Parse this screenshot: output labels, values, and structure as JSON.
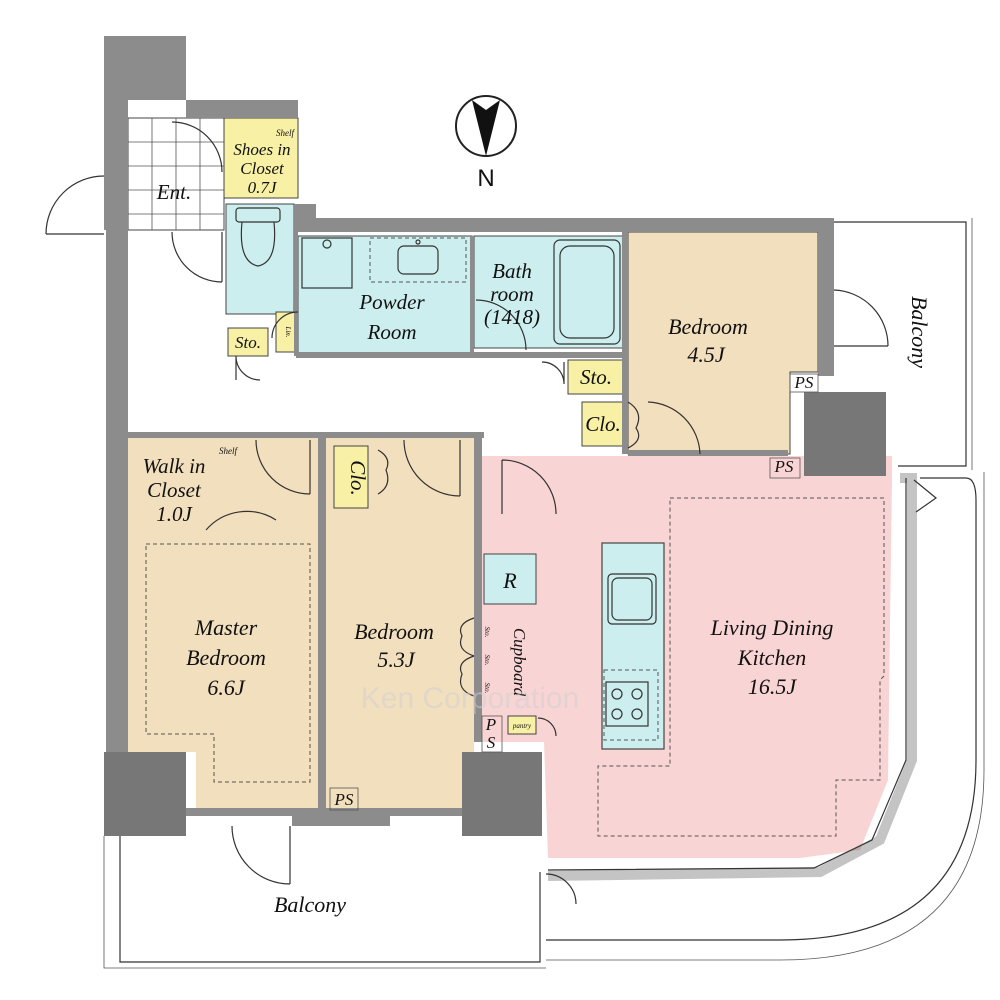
{
  "compass": {
    "letter": "N"
  },
  "rooms": {
    "entrance": {
      "label": "Ent."
    },
    "shoes_closet": {
      "line1": "Shoes in",
      "line2": "Closet",
      "area": "0.7J",
      "shelf": "Shelf"
    },
    "powder_room": {
      "line1": "Powder",
      "line2": "Room"
    },
    "linen": {
      "label": "Lin."
    },
    "storage_toilet": {
      "label": "Sto."
    },
    "bathroom": {
      "line1": "Bath",
      "line2": "room",
      "size": "(1418)"
    },
    "bedroom_small": {
      "label": "Bedroom",
      "area": "4.5J"
    },
    "storage_hall": {
      "label": "Sto."
    },
    "closet_hall": {
      "label": "Clo."
    },
    "walkin_closet": {
      "line1": "Walk in",
      "line2": "Closet",
      "area": "1.0J",
      "shelf": "Shelf"
    },
    "closet_bedroom": {
      "label": "Clo."
    },
    "master_bedroom": {
      "line1": "Master",
      "line2": "Bedroom",
      "area": "6.6J"
    },
    "bedroom_mid": {
      "label": "Bedroom",
      "area": "5.3J"
    },
    "storage_small": [
      "Sto.",
      "Sto.",
      "Sto."
    ],
    "refrigerator": {
      "label": "R"
    },
    "cupboard": {
      "label": "Cupboard"
    },
    "pantry": {
      "label": "pantry"
    },
    "ldk": {
      "line1": "Living Dining",
      "line2": "Kitchen",
      "area": "16.5J"
    },
    "ps_top1": {
      "label": "PS"
    },
    "ps_top2": {
      "label": "PS"
    },
    "ps_bottom": {
      "label": "PS"
    },
    "ps_vertical": {
      "line1": "P",
      "line2": "S"
    },
    "balcony_south": {
      "label": "Balcony"
    },
    "balcony_east": {
      "label": "Balcony"
    }
  },
  "watermark": "Ken Corporation",
  "colors": {
    "bedroom_floor": "#f2dfbe",
    "wet_area": "#cdeeee",
    "closet": "#f7f0a5",
    "ldk_floor": "#f9d4d4",
    "wall": "#8c8c8c"
  }
}
